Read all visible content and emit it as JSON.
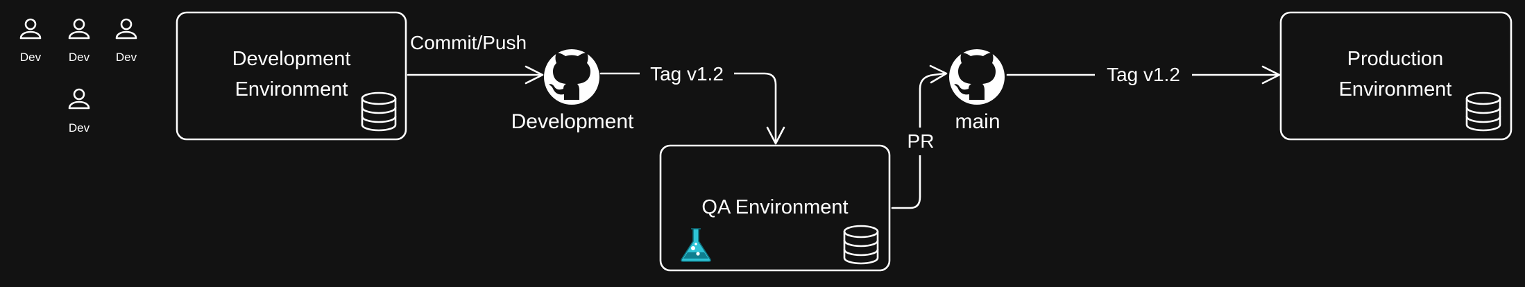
{
  "developers": {
    "label_1": "Dev",
    "label_2": "Dev",
    "label_3": "Dev",
    "label_4": "Dev"
  },
  "environments": {
    "development": {
      "line1": "Development",
      "line2": "Environment"
    },
    "qa": {
      "label": "QA Environment"
    },
    "production": {
      "line1": "Production",
      "line2": "Environment"
    }
  },
  "repositories": {
    "development": "Development",
    "main": "main"
  },
  "connectors": {
    "commit_push": "Commit/Push",
    "tag_to_qa": "Tag v1.2",
    "pr": "PR",
    "tag_to_prod": "Tag v1.2"
  },
  "icons": {
    "user": "user-icon",
    "database": "database-icon",
    "github": "github-icon",
    "flask": "flask-icon"
  },
  "colors": {
    "background": "#121212",
    "stroke": "#ffffff",
    "flask": "#2ec4d6"
  }
}
